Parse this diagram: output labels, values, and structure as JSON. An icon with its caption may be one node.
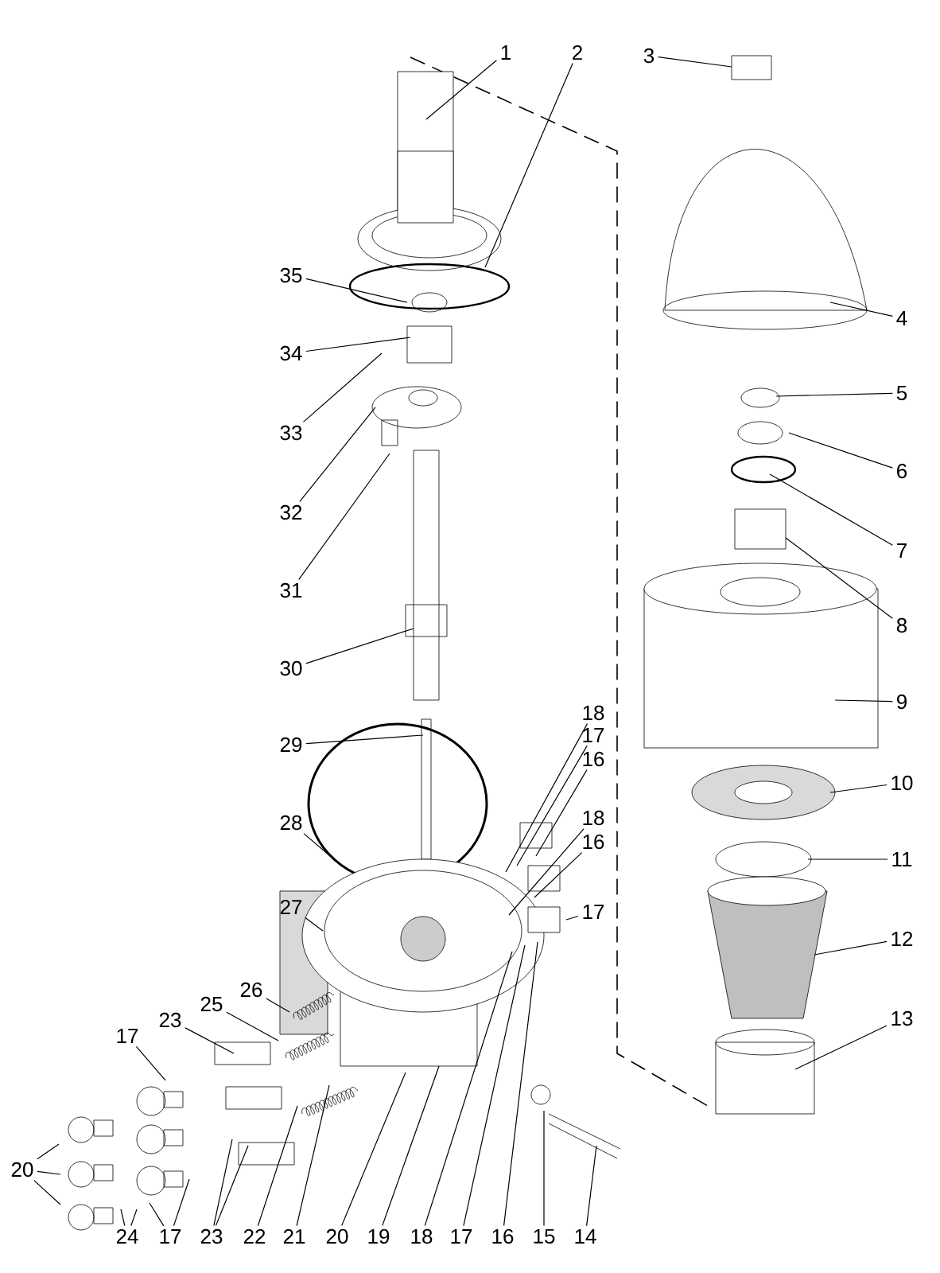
{
  "diagram": {
    "nodes": [
      {
        "text": [
          "1"
        ]
      },
      {
        "text": [
          "2"
        ]
      },
      {
        "text": [
          "3"
        ]
      },
      {
        "text": [
          "4"
        ]
      },
      {
        "text": [
          "5"
        ]
      },
      {
        "text": [
          "6"
        ]
      },
      {
        "text": [
          "7"
        ]
      },
      {
        "text": [
          "8"
        ]
      },
      {
        "text": [
          "9"
        ]
      },
      {
        "text": [
          "10"
        ]
      },
      {
        "text": [
          "11"
        ]
      },
      {
        "text": [
          "12"
        ]
      },
      {
        "text": [
          "13"
        ]
      },
      {
        "text": [
          "35"
        ]
      },
      {
        "text": [
          "34"
        ]
      },
      {
        "text": [
          "33"
        ]
      },
      {
        "text": [
          "32"
        ]
      },
      {
        "text": [
          "31"
        ]
      },
      {
        "text": [
          "30"
        ]
      },
      {
        "text": [
          "29"
        ]
      },
      {
        "text": [
          "28"
        ]
      },
      {
        "text": [
          "27"
        ]
      },
      {
        "text": [
          "18"
        ]
      },
      {
        "text": [
          "17"
        ]
      },
      {
        "text": [
          "16"
        ]
      },
      {
        "text": [
          "18"
        ]
      },
      {
        "text": [
          "16"
        ]
      },
      {
        "text": [
          "17"
        ]
      },
      {
        "text": [
          "26"
        ]
      },
      {
        "text": [
          "25"
        ]
      },
      {
        "text": [
          "23"
        ]
      },
      {
        "text": [
          "17"
        ]
      },
      {
        "text": [
          "20"
        ]
      },
      {
        "text": [
          "24"
        ]
      },
      {
        "text": [
          "17"
        ]
      },
      {
        "text": [
          "23"
        ]
      },
      {
        "text": [
          "22"
        ]
      },
      {
        "text": [
          "21"
        ]
      },
      {
        "text": [
          "20"
        ]
      },
      {
        "text": [
          "19"
        ]
      },
      {
        "text": [
          "18"
        ]
      },
      {
        "text": [
          "17"
        ]
      },
      {
        "text": [
          "16"
        ]
      },
      {
        "text": [
          "15"
        ]
      },
      {
        "text": [
          "14"
        ]
      }
    ],
    "edges": [
      {
        "from": 0,
        "to": null,
        "arrow": "none"
      },
      {
        "from": 1,
        "to": null,
        "arrow": "none"
      },
      {
        "from": 2,
        "to": null,
        "arrow": "none"
      },
      {
        "from": 3,
        "to": null,
        "arrow": "none"
      },
      {
        "from": 4,
        "to": null,
        "arrow": "none"
      },
      {
        "from": 5,
        "to": null,
        "arrow": "none"
      },
      {
        "from": 6,
        "to": null,
        "arrow": "none"
      },
      {
        "from": 7,
        "to": null,
        "arrow": "none"
      },
      {
        "from": 8,
        "to": null,
        "arrow": "none"
      },
      {
        "from": 9,
        "to": null,
        "arrow": "none"
      },
      {
        "from": 10,
        "to": null,
        "arrow": "none"
      },
      {
        "from": 11,
        "to": null,
        "arrow": "none"
      },
      {
        "from": 12,
        "to": null,
        "arrow": "none"
      },
      {
        "from": 13,
        "to": null,
        "arrow": "none"
      },
      {
        "from": 14,
        "to": null,
        "arrow": "none"
      },
      {
        "from": 15,
        "to": null,
        "arrow": "none"
      },
      {
        "from": 16,
        "to": null,
        "arrow": "none"
      },
      {
        "from": 17,
        "to": null,
        "arrow": "none"
      },
      {
        "from": 18,
        "to": null,
        "arrow": "none"
      },
      {
        "from": 19,
        "to": null,
        "arrow": "none"
      },
      {
        "from": 20,
        "to": null,
        "arrow": "none"
      },
      {
        "from": 21,
        "to": null,
        "arrow": "none"
      },
      {
        "from": 22,
        "to": null,
        "arrow": "none"
      },
      {
        "from": 23,
        "to": null,
        "arrow": "none"
      },
      {
        "from": 24,
        "to": null,
        "arrow": "none"
      },
      {
        "from": 25,
        "to": null,
        "arrow": "none"
      },
      {
        "from": 26,
        "to": null,
        "arrow": "none"
      },
      {
        "from": 27,
        "to": null,
        "arrow": "none"
      },
      {
        "from": 28,
        "to": null,
        "arrow": "none"
      },
      {
        "from": 29,
        "to": null,
        "arrow": "none"
      },
      {
        "from": 30,
        "to": null,
        "arrow": "none"
      },
      {
        "from": 31,
        "to": null,
        "arrow": "none"
      },
      {
        "from": 32,
        "to": null,
        "arrow": "none"
      },
      {
        "from": 32,
        "to": null,
        "arrow": "none"
      },
      {
        "from": 32,
        "to": null,
        "arrow": "none"
      },
      {
        "from": 33,
        "to": null,
        "arrow": "none"
      },
      {
        "from": 33,
        "to": null,
        "arrow": "none"
      },
      {
        "from": 34,
        "to": null,
        "arrow": "none"
      },
      {
        "from": 34,
        "to": null,
        "arrow": "none"
      },
      {
        "from": 35,
        "to": null,
        "arrow": "none"
      },
      {
        "from": 35,
        "to": null,
        "arrow": "none"
      },
      {
        "from": 36,
        "to": null,
        "arrow": "none"
      },
      {
        "from": 37,
        "to": null,
        "arrow": "none"
      },
      {
        "from": 38,
        "to": null,
        "arrow": "none"
      },
      {
        "from": 39,
        "to": null,
        "arrow": "none"
      },
      {
        "from": 40,
        "to": null,
        "arrow": "none"
      },
      {
        "from": 41,
        "to": null,
        "arrow": "none"
      },
      {
        "from": 42,
        "to": null,
        "arrow": "none"
      },
      {
        "from": 43,
        "to": null,
        "arrow": "none"
      },
      {
        "from": 44,
        "to": null,
        "arrow": "none"
      }
    ]
  }
}
